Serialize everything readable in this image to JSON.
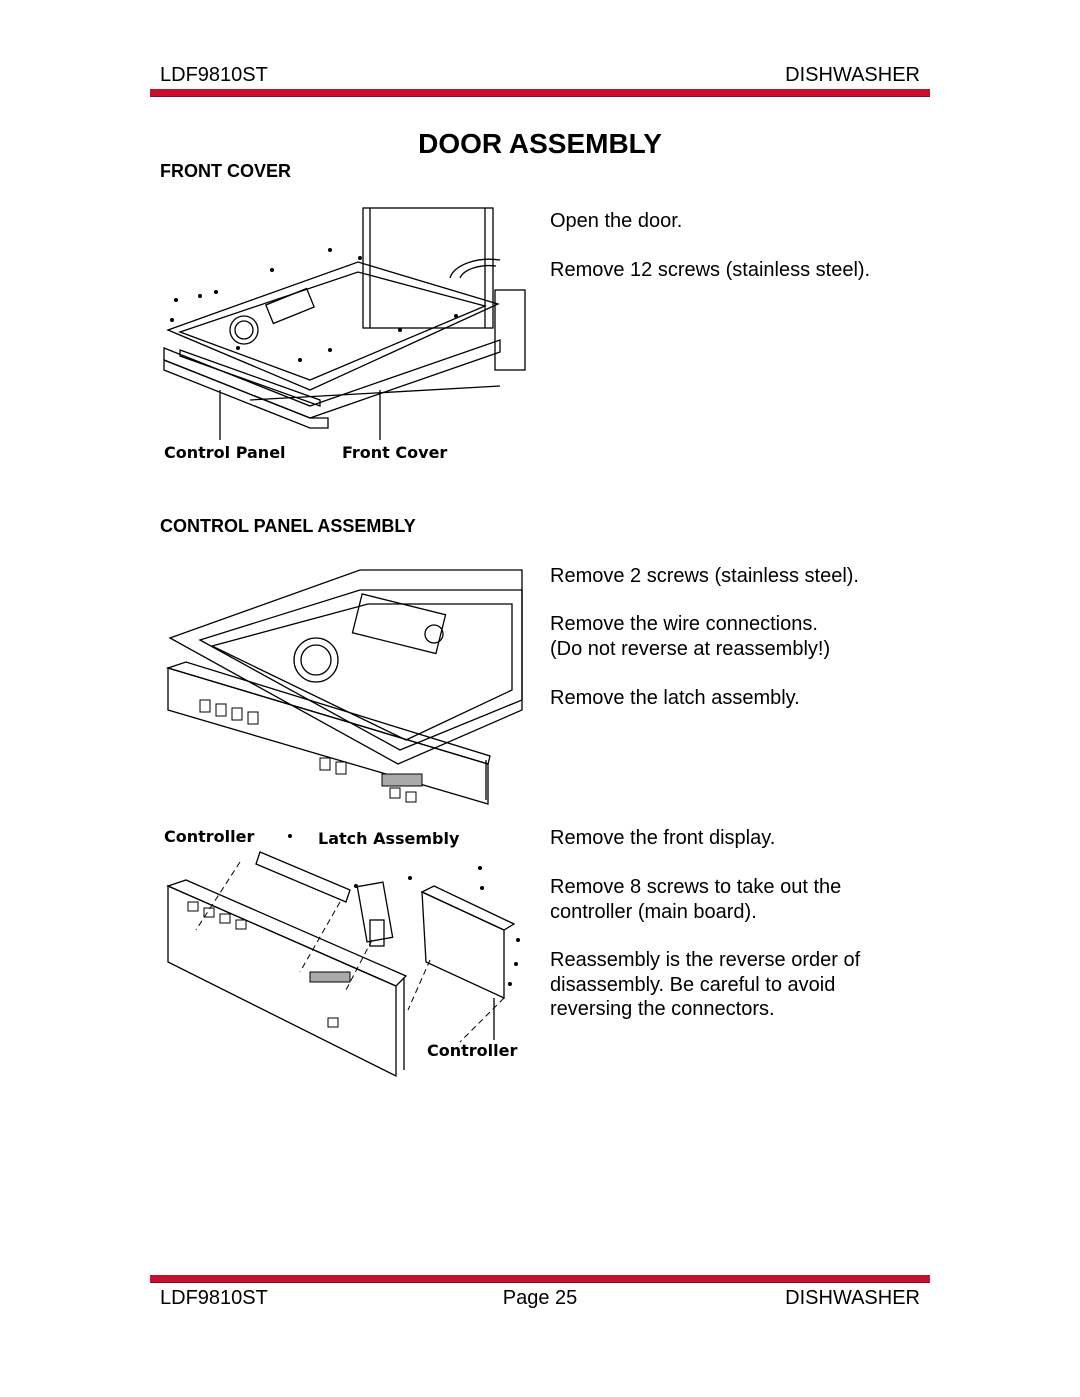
{
  "header": {
    "model": "LDF9810ST",
    "product": "DISHWASHER"
  },
  "title": "DOOR ASSEMBLY",
  "sections": {
    "front_cover": {
      "heading": "FRONT COVER",
      "steps": [
        "Open the door.",
        "Remove 12 screws (stainless steel)."
      ],
      "figure_labels": {
        "control_panel": "Control Panel",
        "front_cover": "Front Cover"
      }
    },
    "control_panel": {
      "heading": "CONTROL PANEL ASSEMBLY",
      "steps": [
        "Remove 2 screws (stainless steel).",
        "Remove the wire connections.",
        "(Do not reverse at reassembly!)",
        "Remove the latch assembly.",
        "Remove the front display.",
        "Remove 8 screws to take out the",
        "controller (main board).",
        "Reassembly is the reverse order of",
        "disassembly. Be careful to avoid",
        "reversing the connectors."
      ],
      "figure_labels": {
        "controller_top": "Controller",
        "latch_assembly": "Latch Assembly",
        "controller_bottom": "Controller"
      }
    }
  },
  "footer": {
    "model": "LDF9810ST",
    "page": "Page 25",
    "product": "DISHWASHER"
  },
  "colors": {
    "accent": "#c8102e"
  }
}
